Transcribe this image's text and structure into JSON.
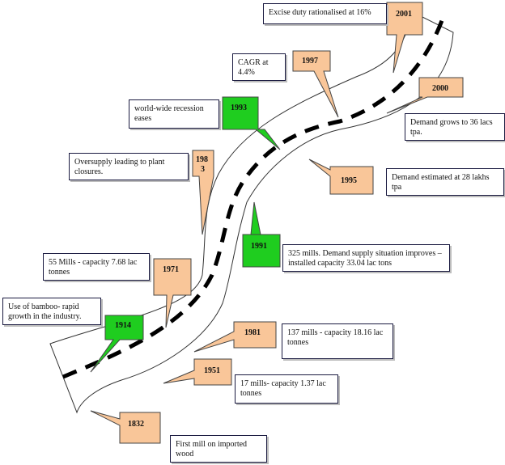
{
  "colors": {
    "callout_orange": "#f9c699",
    "callout_green": "#1fcd1f",
    "road_fill": "#ffffff",
    "road_edge": "#333333",
    "dash": "#000000"
  },
  "callouts": {
    "y2001": {
      "label": "2001",
      "color": "orange"
    },
    "y1997": {
      "label": "1997",
      "color": "orange"
    },
    "y2000": {
      "label": "2000",
      "color": "orange"
    },
    "y1993": {
      "label": "1993",
      "color": "green"
    },
    "y1983": {
      "line1": "198",
      "line2": "3",
      "color": "orange"
    },
    "y1995": {
      "label": "1995",
      "color": "orange"
    },
    "y1991": {
      "label": "1991",
      "color": "green"
    },
    "y1971": {
      "label": "1971",
      "color": "orange"
    },
    "y1914": {
      "label": "1914",
      "color": "green"
    },
    "y1981": {
      "label": "1981",
      "color": "orange"
    },
    "y1951": {
      "label": "1951",
      "color": "orange"
    },
    "y1832": {
      "label": "1832",
      "color": "orange"
    }
  },
  "notes": {
    "excise": "Excise duty rationalised at 16%",
    "cagr": "CAGR at\n4.4%",
    "demand36": "Demand grows to 36 lacs\ntpa.",
    "recession": "world-wide recession\neases",
    "oversupply": "Oversupply leading to plant\nclosures.",
    "demand28": "Demand estimated at 28 lakhs\ntpa",
    "mills325": "325 mills. Demand supply situation improves –\ninstalled capacity 33.04 lac tons",
    "mills55": "55 Mills - capacity 7.68 lac\ntonnes",
    "bamboo": "Use of bamboo- rapid\ngrowth in the industry.",
    "mills137": "137 mills - capacity  18.16 lac\ntonnes",
    "mills17": "17 mills- capacity  1.37 lac\ntonnes",
    "firstmill": "First mill on  imported\nwood"
  }
}
